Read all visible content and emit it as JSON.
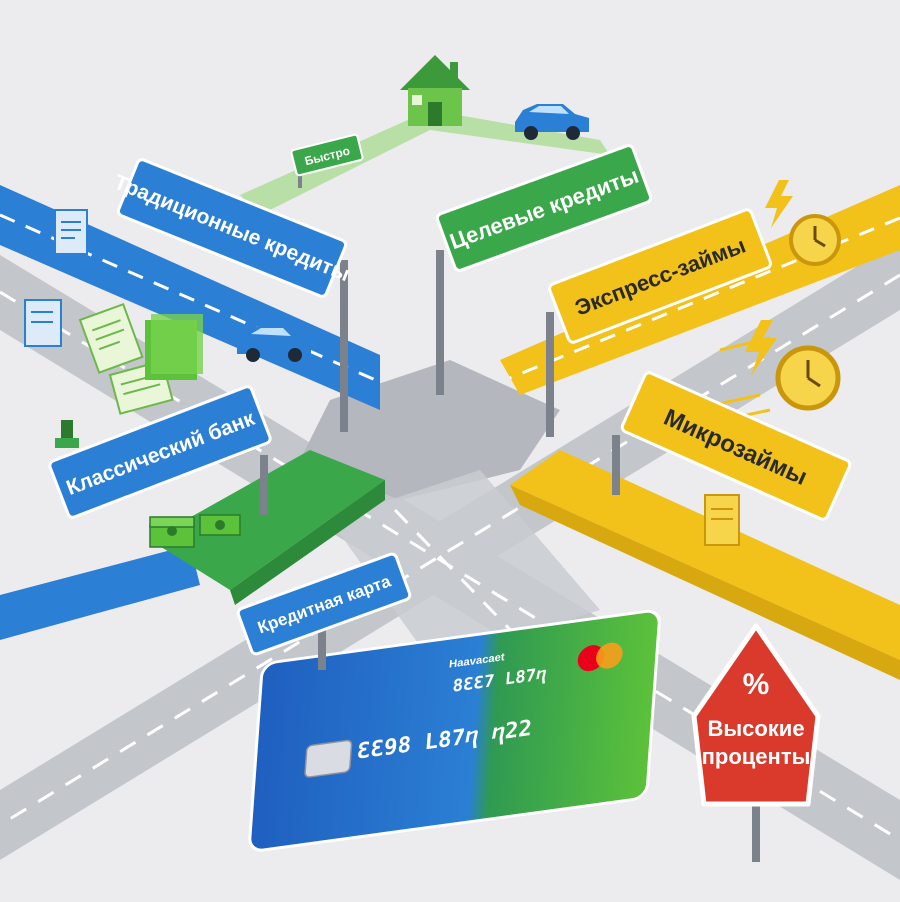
{
  "signs": {
    "traditional_credits": "Традиционные кредиты",
    "target_credits": "Целевые кредиты",
    "express_loans": "Экспресс-займы",
    "microloans": "Микрозаймы",
    "classic_bank": "Классический банк",
    "credit_card": "Кредитная карта",
    "fast": "Быстро"
  },
  "warning": {
    "symbol": "%",
    "line1": "Высокие",
    "line2": "проценты"
  },
  "card": {
    "number_top": "8ƐƐ7 L87ⴄ",
    "number_main": "ƐƐ98 L87ⴄ ⴄ22",
    "brand_text": "Haavacaet"
  },
  "colors": {
    "blue": "#2b7fd4",
    "green": "#3aa84a",
    "yellow": "#f2c21b",
    "red": "#d93a2b",
    "road": "#b9bcc2"
  },
  "icons": [
    "house-icon",
    "car-icon",
    "lightning-icon",
    "clock-icon",
    "money-stack-icon",
    "document-icon",
    "chip-icon",
    "mastercard-logo-icon",
    "percent-icon"
  ]
}
